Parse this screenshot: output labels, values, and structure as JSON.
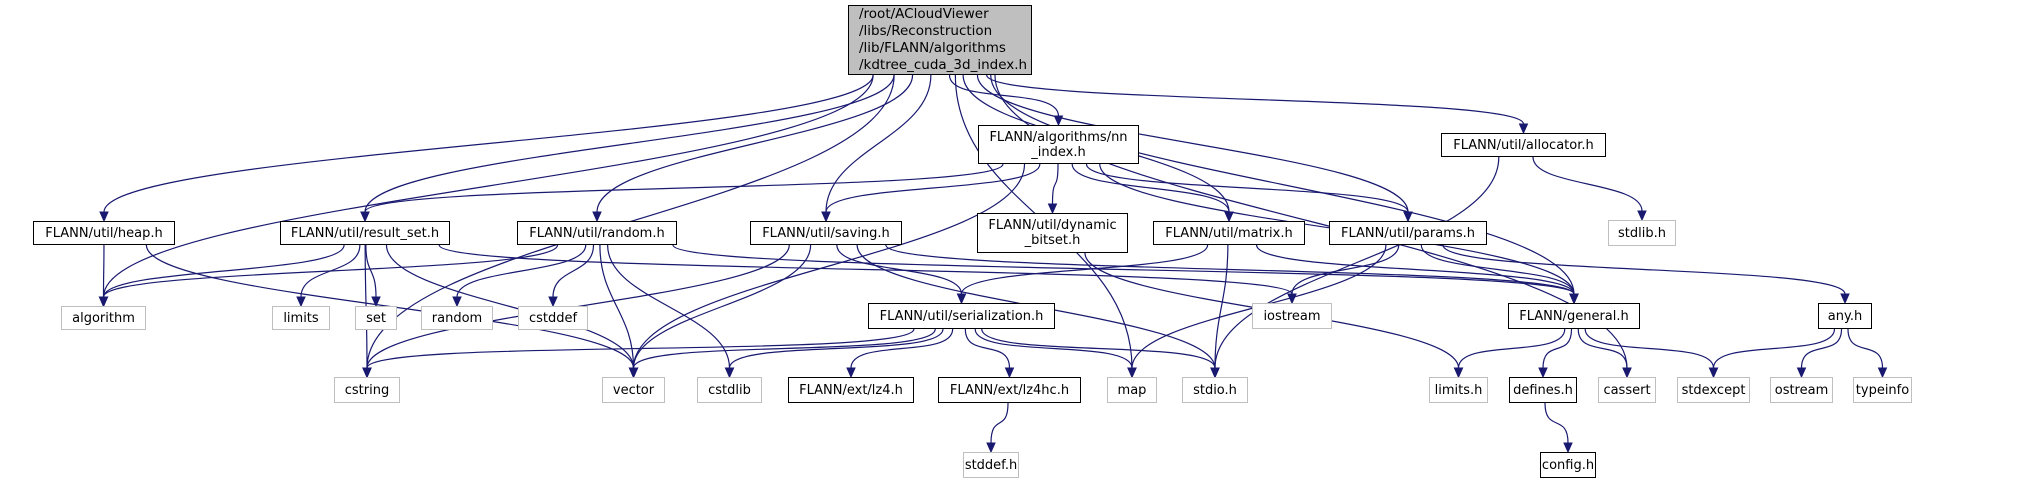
{
  "diagram": {
    "type": "include-dependency-graph",
    "root": "root",
    "colors": {
      "edge": "#191970",
      "root_fill": "#bfbfbf",
      "local_border": "#000000",
      "system_border": "#bfbfbf"
    },
    "nodes": [
      {
        "id": "root",
        "label": "/root/ACloudViewer\n/libs/Reconstruction\n/lib/FLANN/algorithms\n/kdtree_cuda_3d_index.h",
        "kind": "root"
      },
      {
        "id": "nn_index",
        "label": "FLANN/algorithms/nn\n_index.h",
        "kind": "local"
      },
      {
        "id": "allocator",
        "label": "FLANN/util/allocator.h",
        "kind": "local"
      },
      {
        "id": "heap",
        "label": "FLANN/util/heap.h",
        "kind": "local"
      },
      {
        "id": "result_set",
        "label": "FLANN/util/result_set.h",
        "kind": "local"
      },
      {
        "id": "random_h",
        "label": "FLANN/util/random.h",
        "kind": "local"
      },
      {
        "id": "saving",
        "label": "FLANN/util/saving.h",
        "kind": "local"
      },
      {
        "id": "dynamic_bitset",
        "label": "FLANN/util/dynamic\n_bitset.h",
        "kind": "local"
      },
      {
        "id": "matrix",
        "label": "FLANN/util/matrix.h",
        "kind": "local"
      },
      {
        "id": "params",
        "label": "FLANN/util/params.h",
        "kind": "local"
      },
      {
        "id": "stdlib_h",
        "label": "stdlib.h",
        "kind": "system"
      },
      {
        "id": "algorithm",
        "label": "algorithm",
        "kind": "system"
      },
      {
        "id": "limits",
        "label": "limits",
        "kind": "system"
      },
      {
        "id": "set",
        "label": "set",
        "kind": "system"
      },
      {
        "id": "random",
        "label": "random",
        "kind": "system"
      },
      {
        "id": "cstddef",
        "label": "cstddef",
        "kind": "system"
      },
      {
        "id": "iostream",
        "label": "iostream",
        "kind": "system"
      },
      {
        "id": "general",
        "label": "FLANN/general.h",
        "kind": "local"
      },
      {
        "id": "any",
        "label": "any.h",
        "kind": "local"
      },
      {
        "id": "serialization",
        "label": "FLANN/util/serialization.h",
        "kind": "local"
      },
      {
        "id": "cstring",
        "label": "cstring",
        "kind": "system"
      },
      {
        "id": "vector",
        "label": "vector",
        "kind": "system"
      },
      {
        "id": "cstdlib",
        "label": "cstdlib",
        "kind": "system"
      },
      {
        "id": "lz4",
        "label": "FLANN/ext/lz4.h",
        "kind": "local"
      },
      {
        "id": "lz4hc",
        "label": "FLANN/ext/lz4hc.h",
        "kind": "local"
      },
      {
        "id": "map",
        "label": "map",
        "kind": "system"
      },
      {
        "id": "stdio",
        "label": "stdio.h",
        "kind": "system"
      },
      {
        "id": "limits_h",
        "label": "limits.h",
        "kind": "system"
      },
      {
        "id": "defines",
        "label": "defines.h",
        "kind": "local"
      },
      {
        "id": "cassert",
        "label": "cassert",
        "kind": "system"
      },
      {
        "id": "stdexcept",
        "label": "stdexcept",
        "kind": "system"
      },
      {
        "id": "ostream",
        "label": "ostream",
        "kind": "system"
      },
      {
        "id": "typeinfo",
        "label": "typeinfo",
        "kind": "system"
      },
      {
        "id": "stddef_h",
        "label": "stddef.h",
        "kind": "system"
      },
      {
        "id": "config",
        "label": "config.h",
        "kind": "local"
      }
    ],
    "edges": [
      [
        "root",
        "nn_index"
      ],
      [
        "root",
        "allocator"
      ],
      [
        "root",
        "heap"
      ],
      [
        "root",
        "result_set"
      ],
      [
        "root",
        "random_h"
      ],
      [
        "root",
        "saving"
      ],
      [
        "root",
        "matrix"
      ],
      [
        "root",
        "params"
      ],
      [
        "root",
        "algorithm"
      ],
      [
        "root",
        "general"
      ],
      [
        "root",
        "cstring"
      ],
      [
        "root",
        "cassert"
      ],
      [
        "root",
        "map"
      ],
      [
        "nn_index",
        "result_set"
      ],
      [
        "nn_index",
        "saving"
      ],
      [
        "nn_index",
        "dynamic_bitset"
      ],
      [
        "nn_index",
        "matrix"
      ],
      [
        "nn_index",
        "params"
      ],
      [
        "nn_index",
        "general"
      ],
      [
        "nn_index",
        "vector"
      ],
      [
        "allocator",
        "stdlib_h"
      ],
      [
        "allocator",
        "stdio"
      ],
      [
        "heap",
        "algorithm"
      ],
      [
        "heap",
        "vector"
      ],
      [
        "result_set",
        "algorithm"
      ],
      [
        "result_set",
        "limits"
      ],
      [
        "result_set",
        "set"
      ],
      [
        "result_set",
        "cstring"
      ],
      [
        "result_set",
        "vector"
      ],
      [
        "result_set",
        "iostream"
      ],
      [
        "random_h",
        "algorithm"
      ],
      [
        "random_h",
        "random"
      ],
      [
        "random_h",
        "cstddef"
      ],
      [
        "random_h",
        "vector"
      ],
      [
        "random_h",
        "cstdlib"
      ],
      [
        "random_h",
        "general"
      ],
      [
        "saving",
        "serialization"
      ],
      [
        "saving",
        "general"
      ],
      [
        "saving",
        "cstring"
      ],
      [
        "saving",
        "vector"
      ],
      [
        "saving",
        "stdio"
      ],
      [
        "dynamic_bitset",
        "limits_h"
      ],
      [
        "matrix",
        "general"
      ],
      [
        "matrix",
        "serialization"
      ],
      [
        "matrix",
        "stdio"
      ],
      [
        "params",
        "general"
      ],
      [
        "params",
        "any"
      ],
      [
        "params",
        "iostream"
      ],
      [
        "params",
        "map"
      ],
      [
        "serialization",
        "vector"
      ],
      [
        "serialization",
        "map"
      ],
      [
        "serialization",
        "cstring"
      ],
      [
        "serialization",
        "cstdlib"
      ],
      [
        "serialization",
        "stdio"
      ],
      [
        "serialization",
        "lz4"
      ],
      [
        "serialization",
        "lz4hc"
      ],
      [
        "general",
        "limits_h"
      ],
      [
        "general",
        "defines"
      ],
      [
        "general",
        "cassert"
      ],
      [
        "general",
        "stdexcept"
      ],
      [
        "any",
        "stdexcept"
      ],
      [
        "any",
        "ostream"
      ],
      [
        "any",
        "typeinfo"
      ],
      [
        "lz4hc",
        "stddef_h"
      ],
      [
        "defines",
        "config"
      ]
    ]
  }
}
